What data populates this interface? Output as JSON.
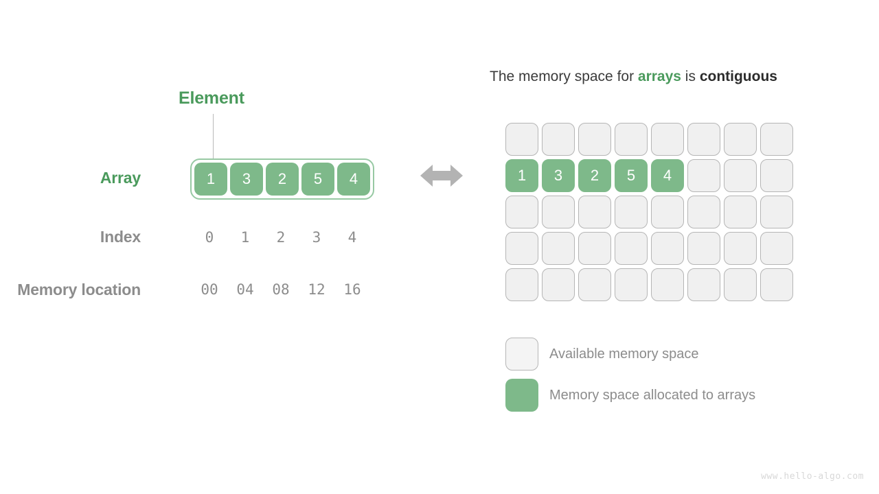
{
  "left_panel": {
    "element_label": "Element",
    "row_labels": {
      "array": "Array",
      "index": "Index",
      "memory": "Memory location"
    },
    "array_values": [
      "1",
      "3",
      "2",
      "5",
      "4"
    ],
    "index_values": [
      "0",
      "1",
      "2",
      "3",
      "4"
    ],
    "memory_values": [
      "00",
      "04",
      "08",
      "12",
      "16"
    ]
  },
  "connector": {
    "icon": "double-arrow-horizontal-icon"
  },
  "right_panel": {
    "title": {
      "part1": "The memory space for ",
      "highlight": "arrays",
      "part2": " is ",
      "emphasis": "contiguous"
    },
    "grid": {
      "columns": 8,
      "rows": 5,
      "filled_row_index": 1,
      "filled_values": [
        "1",
        "3",
        "2",
        "5",
        "4"
      ]
    },
    "legend": [
      {
        "swatch": "empty",
        "label": "Available memory space"
      },
      {
        "swatch": "full",
        "label": "Memory space allocated to arrays"
      }
    ]
  },
  "watermark": "www.hello-algo.com",
  "colors": {
    "green_accent": "#4a9a5c",
    "green_fill": "#7eb98a",
    "green_border": "#97c9a3",
    "gray_text": "#8c8c8c",
    "cell_empty": "#f0f0f0",
    "cell_border": "#b5b5b5",
    "arrow": "#b3b3b3",
    "watermark": "#d8d8d8"
  }
}
